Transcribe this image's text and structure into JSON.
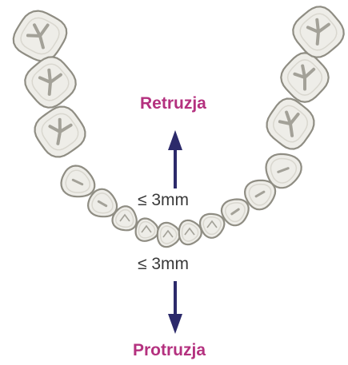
{
  "labels": {
    "retruzja": "Retruzja",
    "upper_measure": "≤ 3mm",
    "lower_measure": "≤ 3mm",
    "protruzja": "Protruzja"
  },
  "colors": {
    "accent_text": "#b4317f",
    "arrow": "#2c2a6b",
    "tooth_fill": "#eeede8",
    "tooth_outline": "#8f8d83",
    "tooth_groove": "#a3a198"
  },
  "icons": {
    "dental_arch": "lower-dental-arch-illustration",
    "up_arrow": "arrow-up-icon",
    "down_arrow": "arrow-down-icon"
  }
}
